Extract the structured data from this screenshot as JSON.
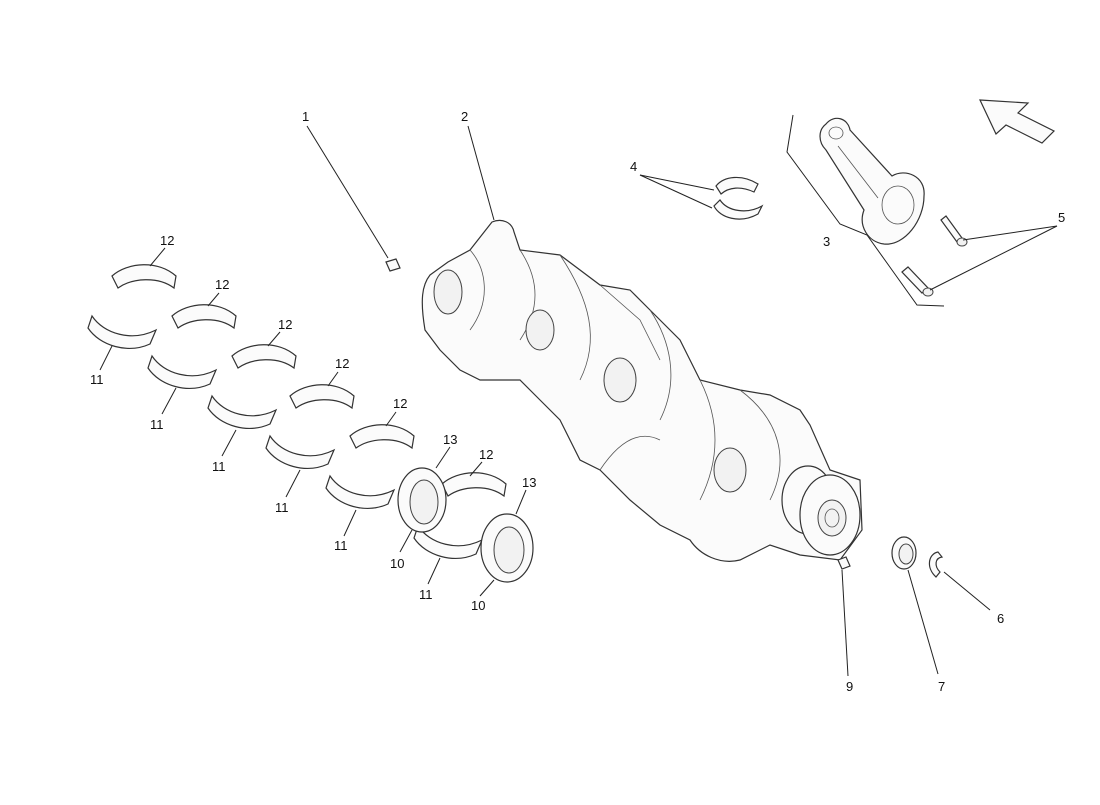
{
  "callouts": [
    {
      "id": "c1",
      "label": "1"
    },
    {
      "id": "c2",
      "label": "2"
    },
    {
      "id": "c3",
      "label": "3"
    },
    {
      "id": "c4",
      "label": "4"
    },
    {
      "id": "c5",
      "label": "5"
    },
    {
      "id": "c6",
      "label": "6"
    },
    {
      "id": "c7",
      "label": "7"
    },
    {
      "id": "c9",
      "label": "9"
    },
    {
      "id": "c10a",
      "label": "10"
    },
    {
      "id": "c10b",
      "label": "10"
    },
    {
      "id": "c11a",
      "label": "11"
    },
    {
      "id": "c11b",
      "label": "11"
    },
    {
      "id": "c11c",
      "label": "11"
    },
    {
      "id": "c11d",
      "label": "11"
    },
    {
      "id": "c11e",
      "label": "11"
    },
    {
      "id": "c11f",
      "label": "11"
    },
    {
      "id": "c12a",
      "label": "12"
    },
    {
      "id": "c12b",
      "label": "12"
    },
    {
      "id": "c12c",
      "label": "12"
    },
    {
      "id": "c12d",
      "label": "12"
    },
    {
      "id": "c12e",
      "label": "12"
    },
    {
      "id": "c12f",
      "label": "12"
    },
    {
      "id": "c13a",
      "label": "13"
    },
    {
      "id": "c13b",
      "label": "13"
    }
  ]
}
